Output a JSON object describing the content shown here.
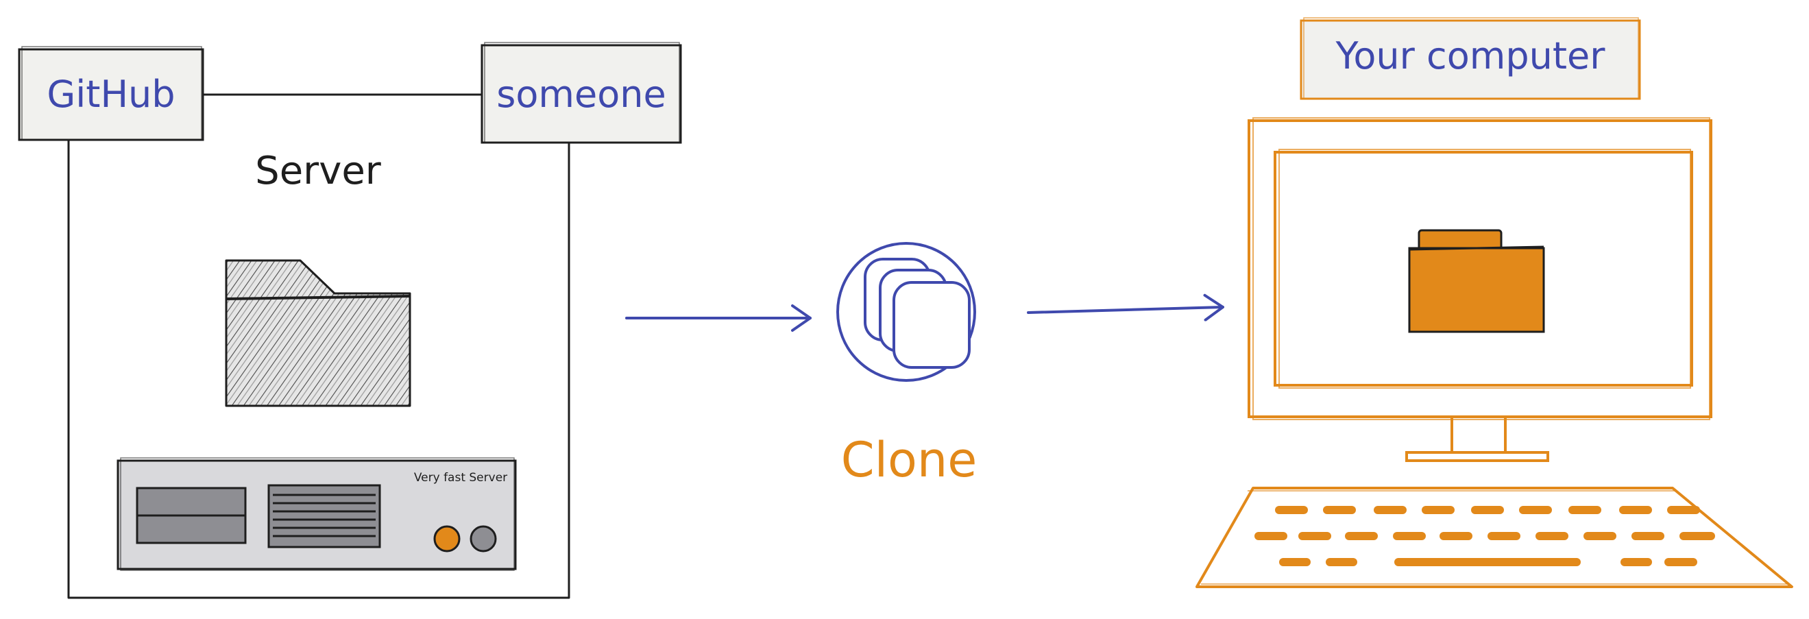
{
  "labels": {
    "github": "GitHub",
    "someone": "someone",
    "server": "Server",
    "server_unit": "Very fast Server",
    "clone": "Clone",
    "your_computer": "Your computer"
  },
  "colors": {
    "ink": "#1e1e1e",
    "blue": "#3f49ad",
    "orange": "#e2891a",
    "label_bg": "#f1f1ee",
    "server_fill": "#d9d9dc",
    "slot_fill": "#8e8e93",
    "led_gray": "#8e8e93"
  },
  "icons": {
    "folder_remote": "folder-hatched-icon",
    "folder_local": "folder-filled-icon",
    "clone": "stacked-copies-icon"
  }
}
